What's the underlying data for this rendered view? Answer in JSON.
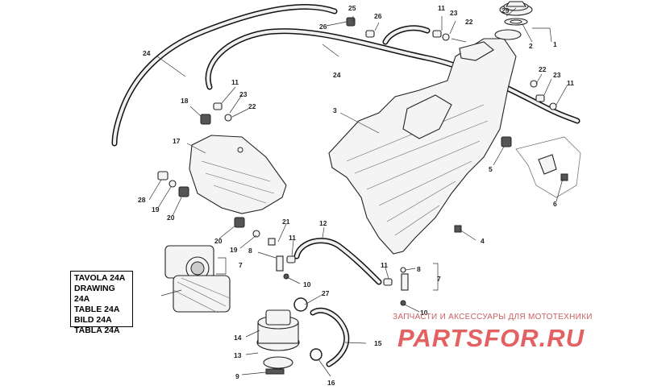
{
  "reference_box": {
    "lines": [
      "TAVOLA 24A",
      "DRAWING 24A",
      "TABLE 24A",
      "BILD 24A",
      "TABLA 24A"
    ]
  },
  "watermark": {
    "caption": "ЗАПЧАСТИ И АКСЕССУАРЫ ДЛЯ МОТОТЕХНИКИ",
    "logo": "PARTSFOR.RU",
    "color": "#e05050"
  },
  "callouts": [
    {
      "id": "c1",
      "label": "1"
    },
    {
      "id": "c2",
      "label": "2"
    },
    {
      "id": "c3",
      "label": "3"
    },
    {
      "id": "c4",
      "label": "4"
    },
    {
      "id": "c5",
      "label": "5"
    },
    {
      "id": "c6",
      "label": "6"
    },
    {
      "id": "c7a",
      "label": "7"
    },
    {
      "id": "c7b",
      "label": "7"
    },
    {
      "id": "c8a",
      "label": "8"
    },
    {
      "id": "c8b",
      "label": "8"
    },
    {
      "id": "c9",
      "label": "9"
    },
    {
      "id": "c10a",
      "label": "10"
    },
    {
      "id": "c10b",
      "label": "10"
    },
    {
      "id": "c11a",
      "label": "11"
    },
    {
      "id": "c11b",
      "label": "11"
    },
    {
      "id": "c11c",
      "label": "11"
    },
    {
      "id": "c11d",
      "label": "11"
    },
    {
      "id": "c11e",
      "label": "11"
    },
    {
      "id": "c12",
      "label": "12"
    },
    {
      "id": "c13",
      "label": "13"
    },
    {
      "id": "c14",
      "label": "14"
    },
    {
      "id": "c15",
      "label": "15"
    },
    {
      "id": "c16",
      "label": "16"
    },
    {
      "id": "c17",
      "label": "17"
    },
    {
      "id": "c18",
      "label": "18"
    },
    {
      "id": "c19a",
      "label": "19"
    },
    {
      "id": "c19b",
      "label": "19"
    },
    {
      "id": "c20a",
      "label": "20"
    },
    {
      "id": "c20b",
      "label": "20"
    },
    {
      "id": "c21",
      "label": "21"
    },
    {
      "id": "c22a",
      "label": "22"
    },
    {
      "id": "c22b",
      "label": "22"
    },
    {
      "id": "c23a",
      "label": "23"
    },
    {
      "id": "c23b",
      "label": "23"
    },
    {
      "id": "c23c",
      "label": "23"
    },
    {
      "id": "c24a",
      "label": "24"
    },
    {
      "id": "c24b",
      "label": "24"
    },
    {
      "id": "c25",
      "label": "25"
    },
    {
      "id": "c26a",
      "label": "26"
    },
    {
      "id": "c26b",
      "label": "26"
    },
    {
      "id": "c27",
      "label": "27"
    },
    {
      "id": "c28",
      "label": "28"
    },
    {
      "id": "c29",
      "label": "29"
    }
  ]
}
